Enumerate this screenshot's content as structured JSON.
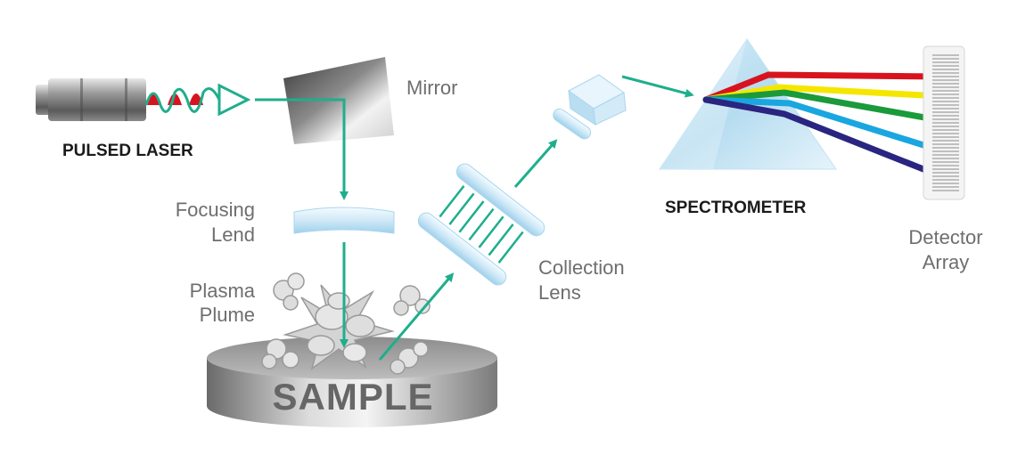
{
  "labels": {
    "pulsed_laser": "PULSED LASER",
    "mirror": "Mirror",
    "focusing_lens_line1": "Focusing",
    "focusing_lens_line2": "Lend",
    "plasma_plume_line1": "Plasma",
    "plasma_plume_line2": "Plume",
    "sample": "SAMPLE",
    "collection_lens_line1": "Collection",
    "collection_lens_line2": "Lens",
    "spectrometer": "SPECTROMETER",
    "detector_array_line1": "Detector",
    "detector_array_line2": "Array"
  },
  "colors": {
    "beam": "#1fae8c",
    "laser_wave": "#d7141e",
    "spectrum": [
      "#d7141e",
      "#f5e600",
      "#1a9a3a",
      "#1aa6e0",
      "#2a2580"
    ]
  },
  "icons": [
    "laser-icon",
    "mirror-icon",
    "lens-icon",
    "prism-icon",
    "detector-icon",
    "sample-icon",
    "plasma-icon"
  ]
}
